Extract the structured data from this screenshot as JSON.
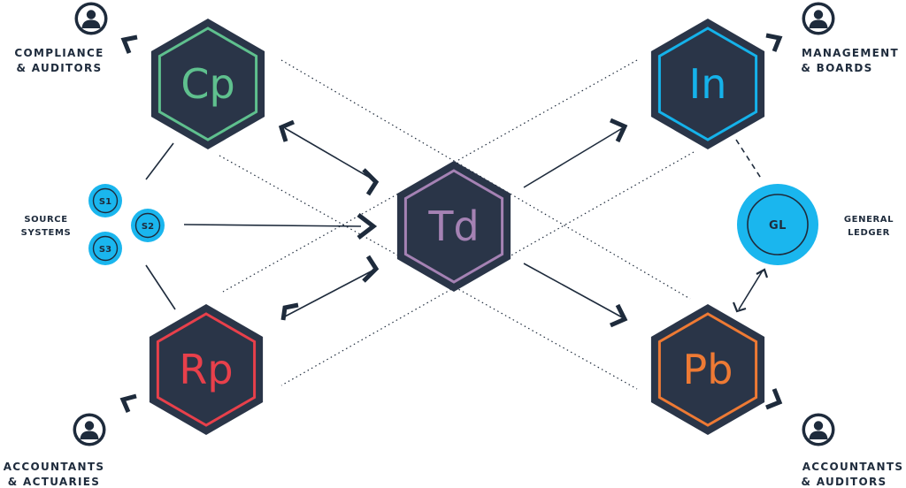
{
  "nodes": {
    "cp": {
      "code": "Cp",
      "color": "#5fc08e"
    },
    "rp": {
      "code": "Rp",
      "color": "#e8404b"
    },
    "td": {
      "code": "Td",
      "color": "#a582b4"
    },
    "in": {
      "code": "In",
      "color": "#15b2ea"
    },
    "pb": {
      "code": "Pb",
      "color": "#ee7a34"
    }
  },
  "hex_fill": "#2a3548",
  "accent_blue": "#1ab6ee",
  "ink": "#1e2b3c",
  "source_systems": {
    "label_line1": "SOURCE",
    "label_line2": "SYSTEMS",
    "items": [
      "S1",
      "S2",
      "S3"
    ]
  },
  "general_ledger": {
    "code": "GL",
    "label_line1": "GENERAL",
    "label_line2": "LEDGER"
  },
  "users": {
    "top_left": {
      "line1": "COMPLIANCE",
      "line2": "& AUDITORS",
      "icon": "user-icon"
    },
    "top_right": {
      "line1": "MANAGEMENT",
      "line2": "& BOARDS",
      "icon": "user-icon"
    },
    "bottom_left": {
      "line1": "ACCOUNTANTS",
      "line2": "& ACTUARIES",
      "icon": "user-icon"
    },
    "bottom_right": {
      "line1": "ACCOUNTANTS",
      "line2": "& AUDITORS",
      "icon": "user-icon"
    }
  }
}
